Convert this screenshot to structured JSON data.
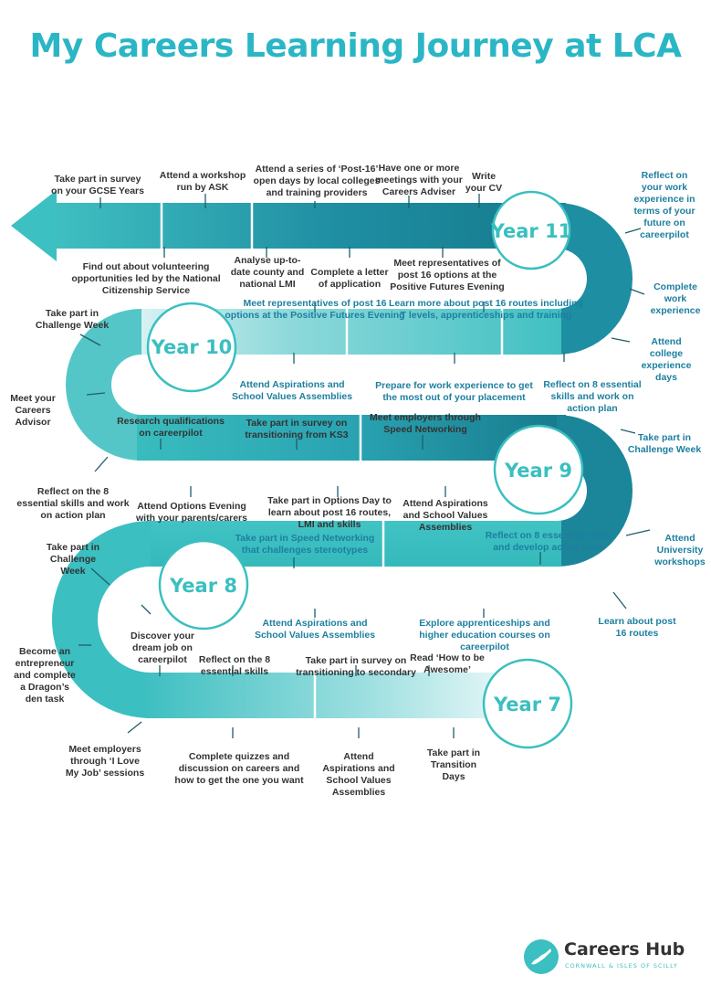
{
  "title": "My Careers Learning Journey at LCA",
  "colors": {
    "teal": "#3bbfc0",
    "dark_teal": "#167a8c",
    "title": "#2bb6c6",
    "blue_text": "#1d7fa0",
    "text": "#333333"
  },
  "years": {
    "y11": "Year 11",
    "y10": "Year 10",
    "y9": "Year 9",
    "y8": "Year 8",
    "y7": "Year 7"
  },
  "labels": {
    "survey_gcse": "Take part in survey\non your GCSE Years",
    "workshop_ask": "Attend a workshop\nrun by ASK",
    "post16_open_days": "Attend a series of ‘Post-16’\nopen days by local colleges\nand training providers",
    "meetings_adviser": "Have one or more\nmeetings with your\nCareers Adviser",
    "write_cv": "Write\nyour CV",
    "reflect_work_exp": "Reflect on\nyour work\nexperience in\nterms of your\nfuture on\ncareerpilot",
    "volunteering": "Find out about volunteering\nopportunities led by the National\nCitizenship Service",
    "analyse_lmi": "Analyse up-to-\ndate county and\nnational LMI",
    "letter_application": "Complete a letter\nof application",
    "meet_reps_y11": "Meet representatives of\npost 16 options at the\nPositive Futures Evening",
    "complete_work_exp": "Complete\nwork\nexperience",
    "challenge_week_y10": "Take part in\nChallenge Week",
    "meet_reps_y10": "Meet representatives of post 16\noptions at the Positive Futures Evening",
    "learn_post16": "Learn more about post 16 routes including\nT levels, apprenticeships and training",
    "college_exp_days": "Attend\ncollege\nexperience\ndays",
    "meet_careers_advisor": "Meet your\nCareers\nAdvisor",
    "aspirations_y10": "Attend Aspirations and\nSchool Values Assemblies",
    "prepare_work_exp": "Prepare for work experience to get\nthe most out of your placement",
    "reflect_y10": "Reflect on 8 essential\nskills and work on\naction plan",
    "research_quals": "Research qualifications\non careerpilot",
    "survey_ks3": "Take part in survey on\ntransitioning from KS3",
    "speed_networking_y9": "Meet employers through\nSpeed Networking",
    "challenge_week_y9": "Take part in\nChallenge Week",
    "reflect_y9_left": "Reflect on the 8\nessential skills and work\non action plan",
    "options_evening": "Attend Options Evening\nwith your parents/carers",
    "options_day": "Take part in Options Day to\nlearn about post 16 routes,\nLMI and skills",
    "aspirations_y9": "Attend Aspirations\nand School Values\nAssemblies",
    "challenge_week_y8": "Take part in\nChallenge\nWeek",
    "speed_networking_y8": "Take part in Speed Networking\nthat challenges stereotypes",
    "reflect_y9_right": "Reflect on 8 essential skills\nand develop action plan",
    "university_workshops": "Attend\nUniversity\nworkshops",
    "aspirations_y8": "Attend Aspirations and\nSchool Values Assemblies",
    "explore_apprenticeships": "Explore apprenticeships and\nhigher education courses on\ncareerpilot",
    "learn_post16_routes": "Learn about post\n16 routes",
    "entrepreneur": "Become an\nentrepreneur\nand complete\na Dragon’s\nden task",
    "discover_dream_job": "Discover your\ndream job on\ncareerpilot",
    "reflect_y8": "Reflect on the 8\nessential skills",
    "survey_secondary": "Take part in survey on\ntransitioning to secondary",
    "how_to_be_awesome": "Read ‘How to be\nAwesome’",
    "love_my_job": "Meet employers\nthrough ‘I Love\nMy Job’ sessions",
    "quizzes": "Complete quizzes and\ndiscussion on careers and\nhow to get the one you want",
    "aspirations_y7": "Attend\nAspirations and\nSchool Values\nAssemblies",
    "transition_days": "Take part in\nTransition\nDays"
  },
  "logo": {
    "name": "Careers Hub",
    "subtitle": "CORNWALL & ISLES OF SCILLY",
    "icon": "cornwall-map-icon"
  }
}
